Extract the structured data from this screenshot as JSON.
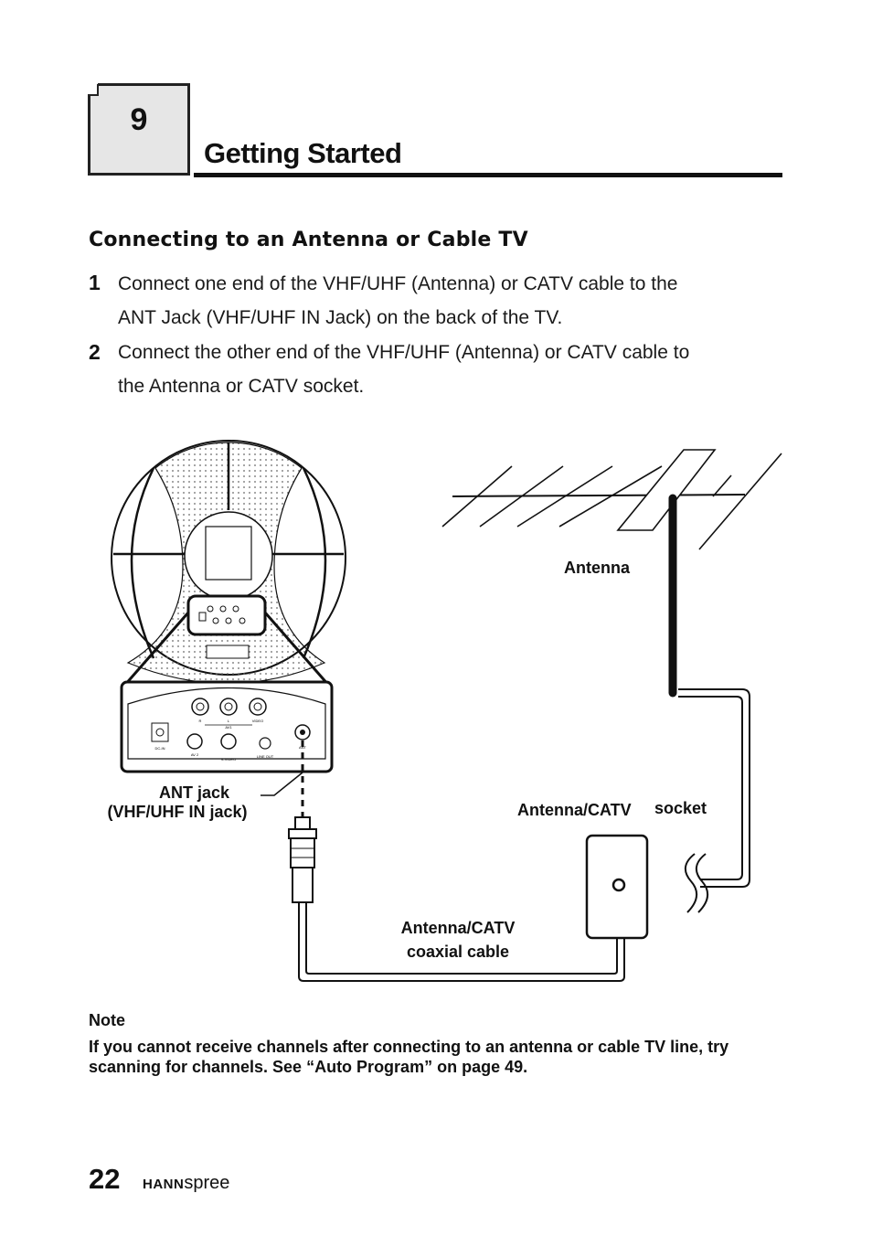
{
  "chapter": {
    "number": "9",
    "title": "Getting Started"
  },
  "section": {
    "heading": "Connecting to an Antenna or Cable TV"
  },
  "steps": [
    {
      "number": "1",
      "line1": "Connect one end of the VHF/UHF (Antenna) or CATV cable to the",
      "line2": "ANT Jack (VHF/UHF IN Jack) on the back of the TV."
    },
    {
      "number": "2",
      "line1": "Connect the other end of the VHF/UHF (Antenna) or CATV cable to",
      "line2": "the Antenna or CATV socket."
    }
  ],
  "diagram": {
    "labels": {
      "antenna": "Antenna",
      "ant_jack_line1": "ANT jack",
      "ant_jack_line2": "(VHF/UHF IN jack)",
      "socket_part1": "Antenna/CATV",
      "socket_part2": "socket",
      "cable_line1": "Antenna/CATV",
      "cable_line2": "coaxial cable"
    },
    "panel_labels": {
      "r": "R",
      "l": "L",
      "av1": "AV1",
      "video": "VIDEO",
      "dc_in": "DC-IN",
      "av2": "AV 2",
      "s_video": "S-VIDEO",
      "line_out": "LINE OUT",
      "ant": "ANT"
    }
  },
  "note": {
    "title": "Note",
    "text": "If you cannot receive channels after connecting to an antenna or cable TV line, try scanning for channels. See “Auto Program” on page 49."
  },
  "footer": {
    "page_number": "22",
    "brand_bold": "HANN",
    "brand_regular": "spree"
  }
}
